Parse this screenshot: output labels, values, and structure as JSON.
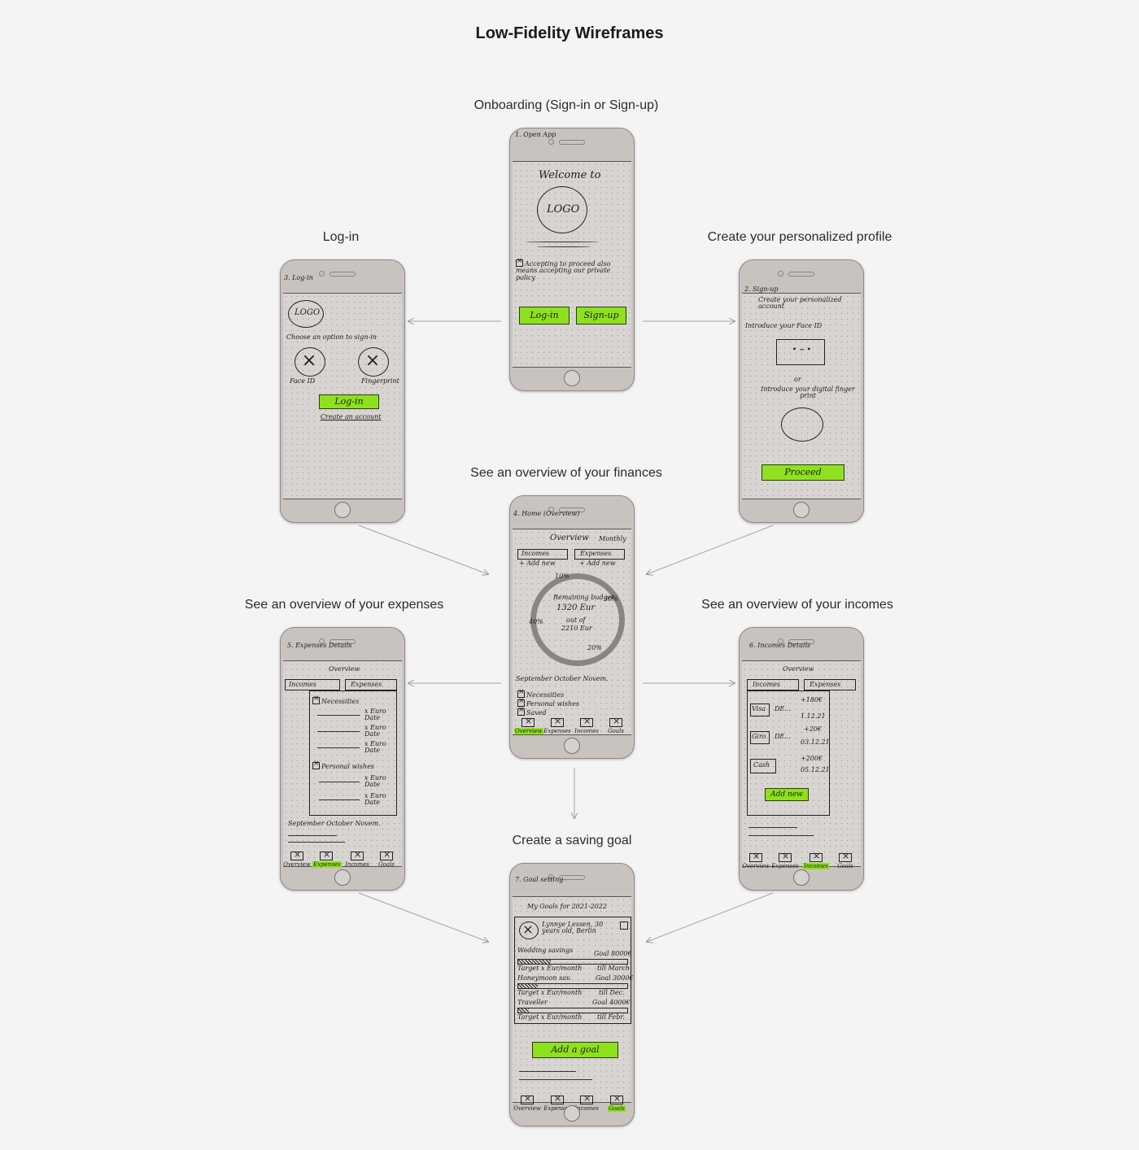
{
  "title": "Low-Fidelity Wireframes",
  "accent_color": "#8fe01f",
  "screens": {
    "onboarding": {
      "label": "Onboarding (Sign-in or Sign-up)",
      "header": "1. Open App",
      "welcome": "Welcome to",
      "logo": "LOGO",
      "consent": "Accepting to proceed also means accepting our private policy",
      "login_button": "Log-in",
      "signup_button": "Sign-up"
    },
    "login": {
      "label": "Log-in",
      "header": "3. Log-in",
      "logo": "LOGO",
      "choose": "Choose an option to sign-in",
      "face_id": "Face ID",
      "fingerprint": "Fingerprint",
      "login_button": "Log-in",
      "create_account": "Create an account"
    },
    "signup": {
      "label": "Create your personalized profile",
      "header": "2. Sign-up",
      "create": "Create your personalized account",
      "face_id": "Introduce your Face ID",
      "or": "or",
      "fingerprint": "Introduce your digital finger print",
      "proceed_button": "Proceed"
    },
    "home": {
      "label": "See an overview of your finances",
      "header": "4. Home (Overview)",
      "overview": "Overview",
      "period": "Monthly",
      "incomes": "Incomes",
      "expenses": "Expenses",
      "add_new": "+ Add new",
      "remaining": "Remaining budget",
      "amount": "1320 Eur",
      "out_of": "out of",
      "total": "2210 Eur",
      "pct_top": "10%",
      "pct_right": "30%",
      "pct_left": "40%",
      "pct_bottom": "20%",
      "months": "September October Novem.",
      "legend": [
        "Necessities",
        "Personal wishes",
        "Saved"
      ]
    },
    "expenses": {
      "label": "See an overview of your expenses",
      "header": "5. Expenses Details",
      "overview": "Overview",
      "incomes": "Incomes",
      "expenses": "Expenses",
      "necessities": "Necessities",
      "personal": "Personal wishes",
      "entry": "x Euro Date",
      "months": "September October Novem."
    },
    "incomes": {
      "label": "See an overview of your incomes",
      "header": "6. Incomes Details",
      "overview": "Overview",
      "incomes": "Incomes",
      "expenses": "Expenses",
      "items": [
        {
          "name": "Visa",
          "desc": "DE...",
          "amount": "+180€",
          "date": "1.12.21"
        },
        {
          "name": "Giro",
          "desc": "DE...",
          "amount": "+20€",
          "date": "03.12.21"
        },
        {
          "name": "Cash",
          "desc": "",
          "amount": "+200€",
          "date": "05.12.21"
        }
      ],
      "add_new": "Add new"
    },
    "goals": {
      "label": "Create a saving goal",
      "header": "7. Goal setting",
      "title": "My Goals for 2021-2022",
      "profile": "Lynnye Lessen, 30 years old, Berlin",
      "goals": [
        {
          "name": "Wedding savings",
          "goal": "Goal 8000€",
          "target": "Target x Eur/month",
          "till": "till March"
        },
        {
          "name": "Honeymoon sav.",
          "goal": "Goal 3000€",
          "target": "Target x Eur/month",
          "till": "till Dec."
        },
        {
          "name": "Traveller",
          "goal": "Goal 4000€",
          "target": "Target x Eur/month",
          "till": "till Febr."
        }
      ],
      "add_goal": "Add a goal"
    }
  },
  "tabbar": [
    "Overview",
    "Expenses",
    "Incomes",
    "Goals"
  ]
}
